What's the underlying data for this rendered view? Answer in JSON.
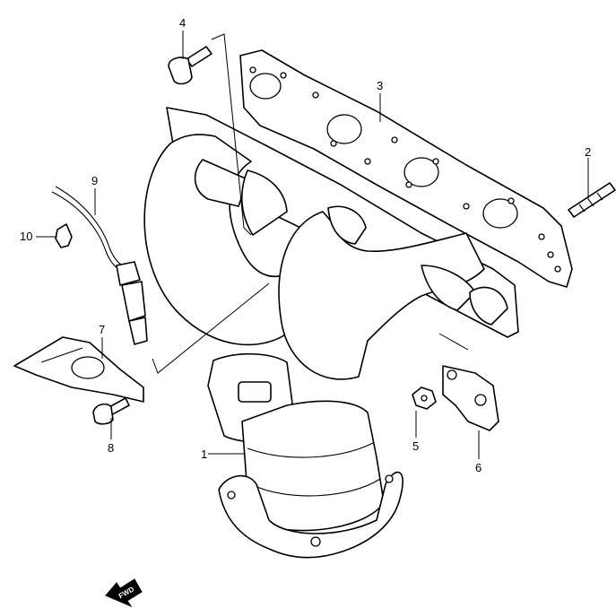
{
  "diagram": {
    "callouts": [
      {
        "id": "1",
        "label": "1"
      },
      {
        "id": "2",
        "label": "2"
      },
      {
        "id": "3",
        "label": "3"
      },
      {
        "id": "4",
        "label": "4"
      },
      {
        "id": "5",
        "label": "5"
      },
      {
        "id": "6",
        "label": "6"
      },
      {
        "id": "7",
        "label": "7"
      },
      {
        "id": "8",
        "label": "8"
      },
      {
        "id": "9",
        "label": "9"
      },
      {
        "id": "10",
        "label": "10"
      }
    ],
    "forward_arrow": {
      "label": "FWD"
    }
  }
}
